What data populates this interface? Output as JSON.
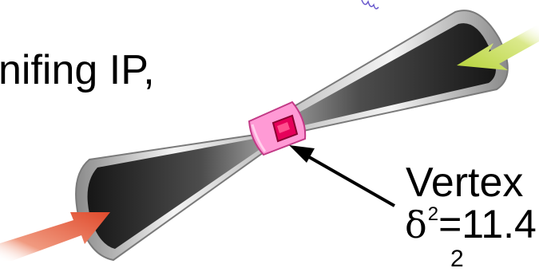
{
  "captions": {
    "top_left": "nifing IP,",
    "vertex_label": "Vertex",
    "delta_symbol": "δ",
    "delta_exponent": "2",
    "delta_value": "=11.4",
    "bottom_partial": "2"
  },
  "colors": {
    "beam_dark": "#202020",
    "beam_metal_light": "#f2f2f2",
    "beam_metal_dark": "#6e6e6e",
    "vertex_outer": "#ff8fd0",
    "vertex_inner": "#e6004c",
    "arrow_top_right": "#bcd84a",
    "arrow_bottom_left": "#e45a3c",
    "pointer_arrow": "#000000",
    "scribble": "#6a5acd"
  },
  "icons": [
    "scribble-mark-icon",
    "incoming-beam-arrow-icon",
    "pointer-arrow-icon"
  ]
}
